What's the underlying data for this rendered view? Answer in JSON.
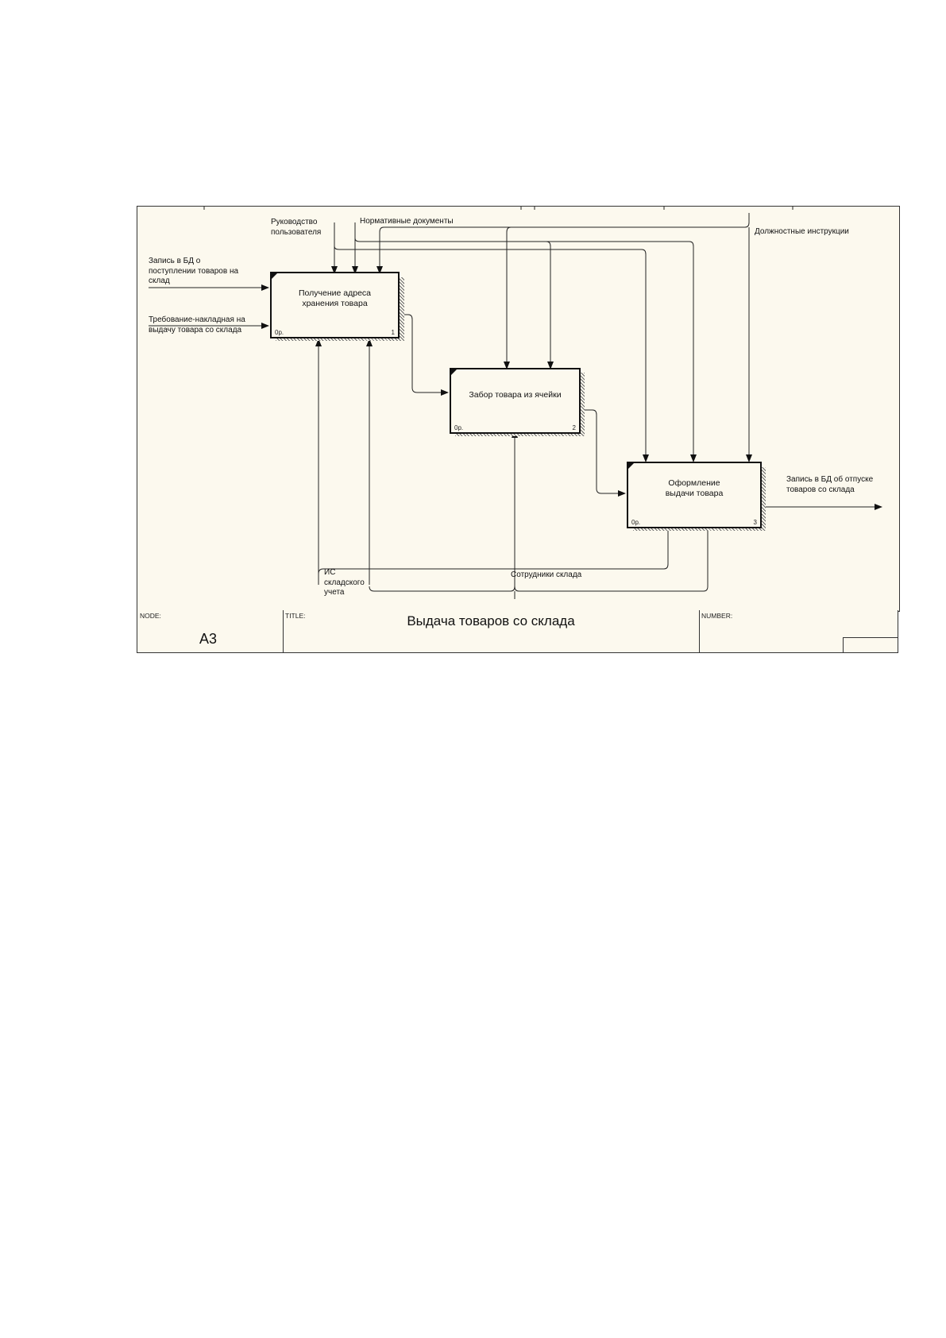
{
  "diagram": {
    "boxes": [
      {
        "label": "Получение адреса\nхранения товара",
        "cost": "0р.",
        "number": "1"
      },
      {
        "label": "Забор товара из ячейки",
        "cost": "0р.",
        "number": "2"
      },
      {
        "label": "Оформление\nвыдачи товара",
        "cost": "0р.",
        "number": "3"
      }
    ],
    "arrows": {
      "input_1": "Запись в БД о\nпоступлении товаров на\nсклад",
      "input_2": "Требование-накладная на\nвыдачу товара со склада",
      "control_1": "Руководство\nпользователя",
      "control_2": "Нормативные документы",
      "control_3": "Должностные инструкции",
      "output_1": "Запись в БД об отпуске\nтоваров со склада",
      "mechanism_1": "ИС\nскладского\nучета",
      "mechanism_2": "Сотрудники склада"
    }
  },
  "title_block": {
    "node_caption": "NODE:",
    "node_value": "А3",
    "title_caption": "TITLE:",
    "title_value": "Выдача товаров  со склада",
    "number_caption": "NUMBER:"
  }
}
